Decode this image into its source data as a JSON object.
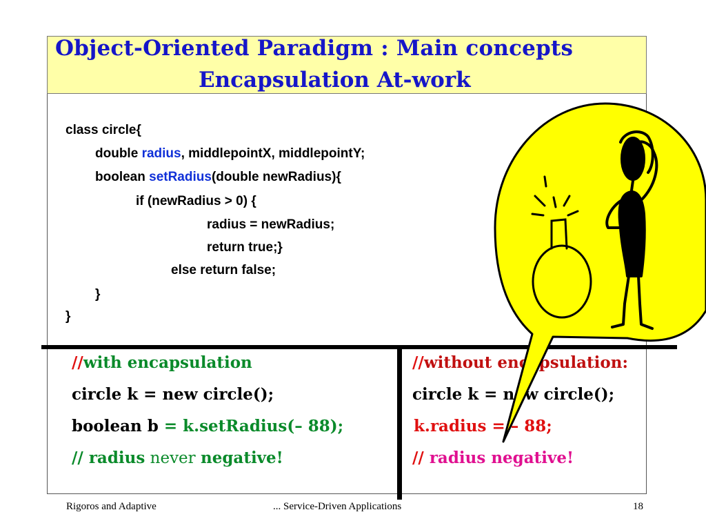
{
  "title": {
    "line1": "Object-Oriented Paradigm : Main concepts",
    "line2": "Encapsulation At-work"
  },
  "code": {
    "l1": "class circle{",
    "l2_pre": "double ",
    "l2_kw": "radius",
    "l2_post": ", middlepointX, middlepointY;",
    "l3_pre": "boolean ",
    "l3_kw": "setRadius",
    "l3_post": "(double newRadius){",
    "l4": "if (newRadius > 0) {",
    "l5": "radius = newRadius;",
    "l6": "return true;}",
    "l7": "else return false;",
    "l8": "}",
    "l9": "}"
  },
  "left_panel": {
    "comment_slashes": "//",
    "comment_text": "with encapsulation",
    "line2": "circle k = new circle();",
    "line3_pre": "boolean b ",
    "line3_code": "= k.setRadius(– 88);",
    "line4_slashes": "// ",
    "line4_radius": "radius",
    "line4_never": " never ",
    "line4_negative": "negative!"
  },
  "right_panel": {
    "comment_slashes": "//",
    "comment_text": "without encapsulation:",
    "line2": "circle k = new circle();",
    "line3": "k.radius = – 88;",
    "line4_slashes": "// ",
    "line4_text": "radius negative!"
  },
  "footer": {
    "left": "Rigoros and Adaptive",
    "center": "... Service-Driven Applications",
    "page": "18"
  },
  "colors": {
    "title": "#1616c8",
    "title_band": "#ffffa8",
    "bubble": "#ffff00",
    "code_keyword": "#1030d8",
    "green": "#0a8a2a",
    "red": "#e01010",
    "magenta": "#e01090"
  },
  "illustration": {
    "icons": [
      "speech-bubble",
      "lightbulb-icon",
      "thinking-man-icon"
    ]
  }
}
